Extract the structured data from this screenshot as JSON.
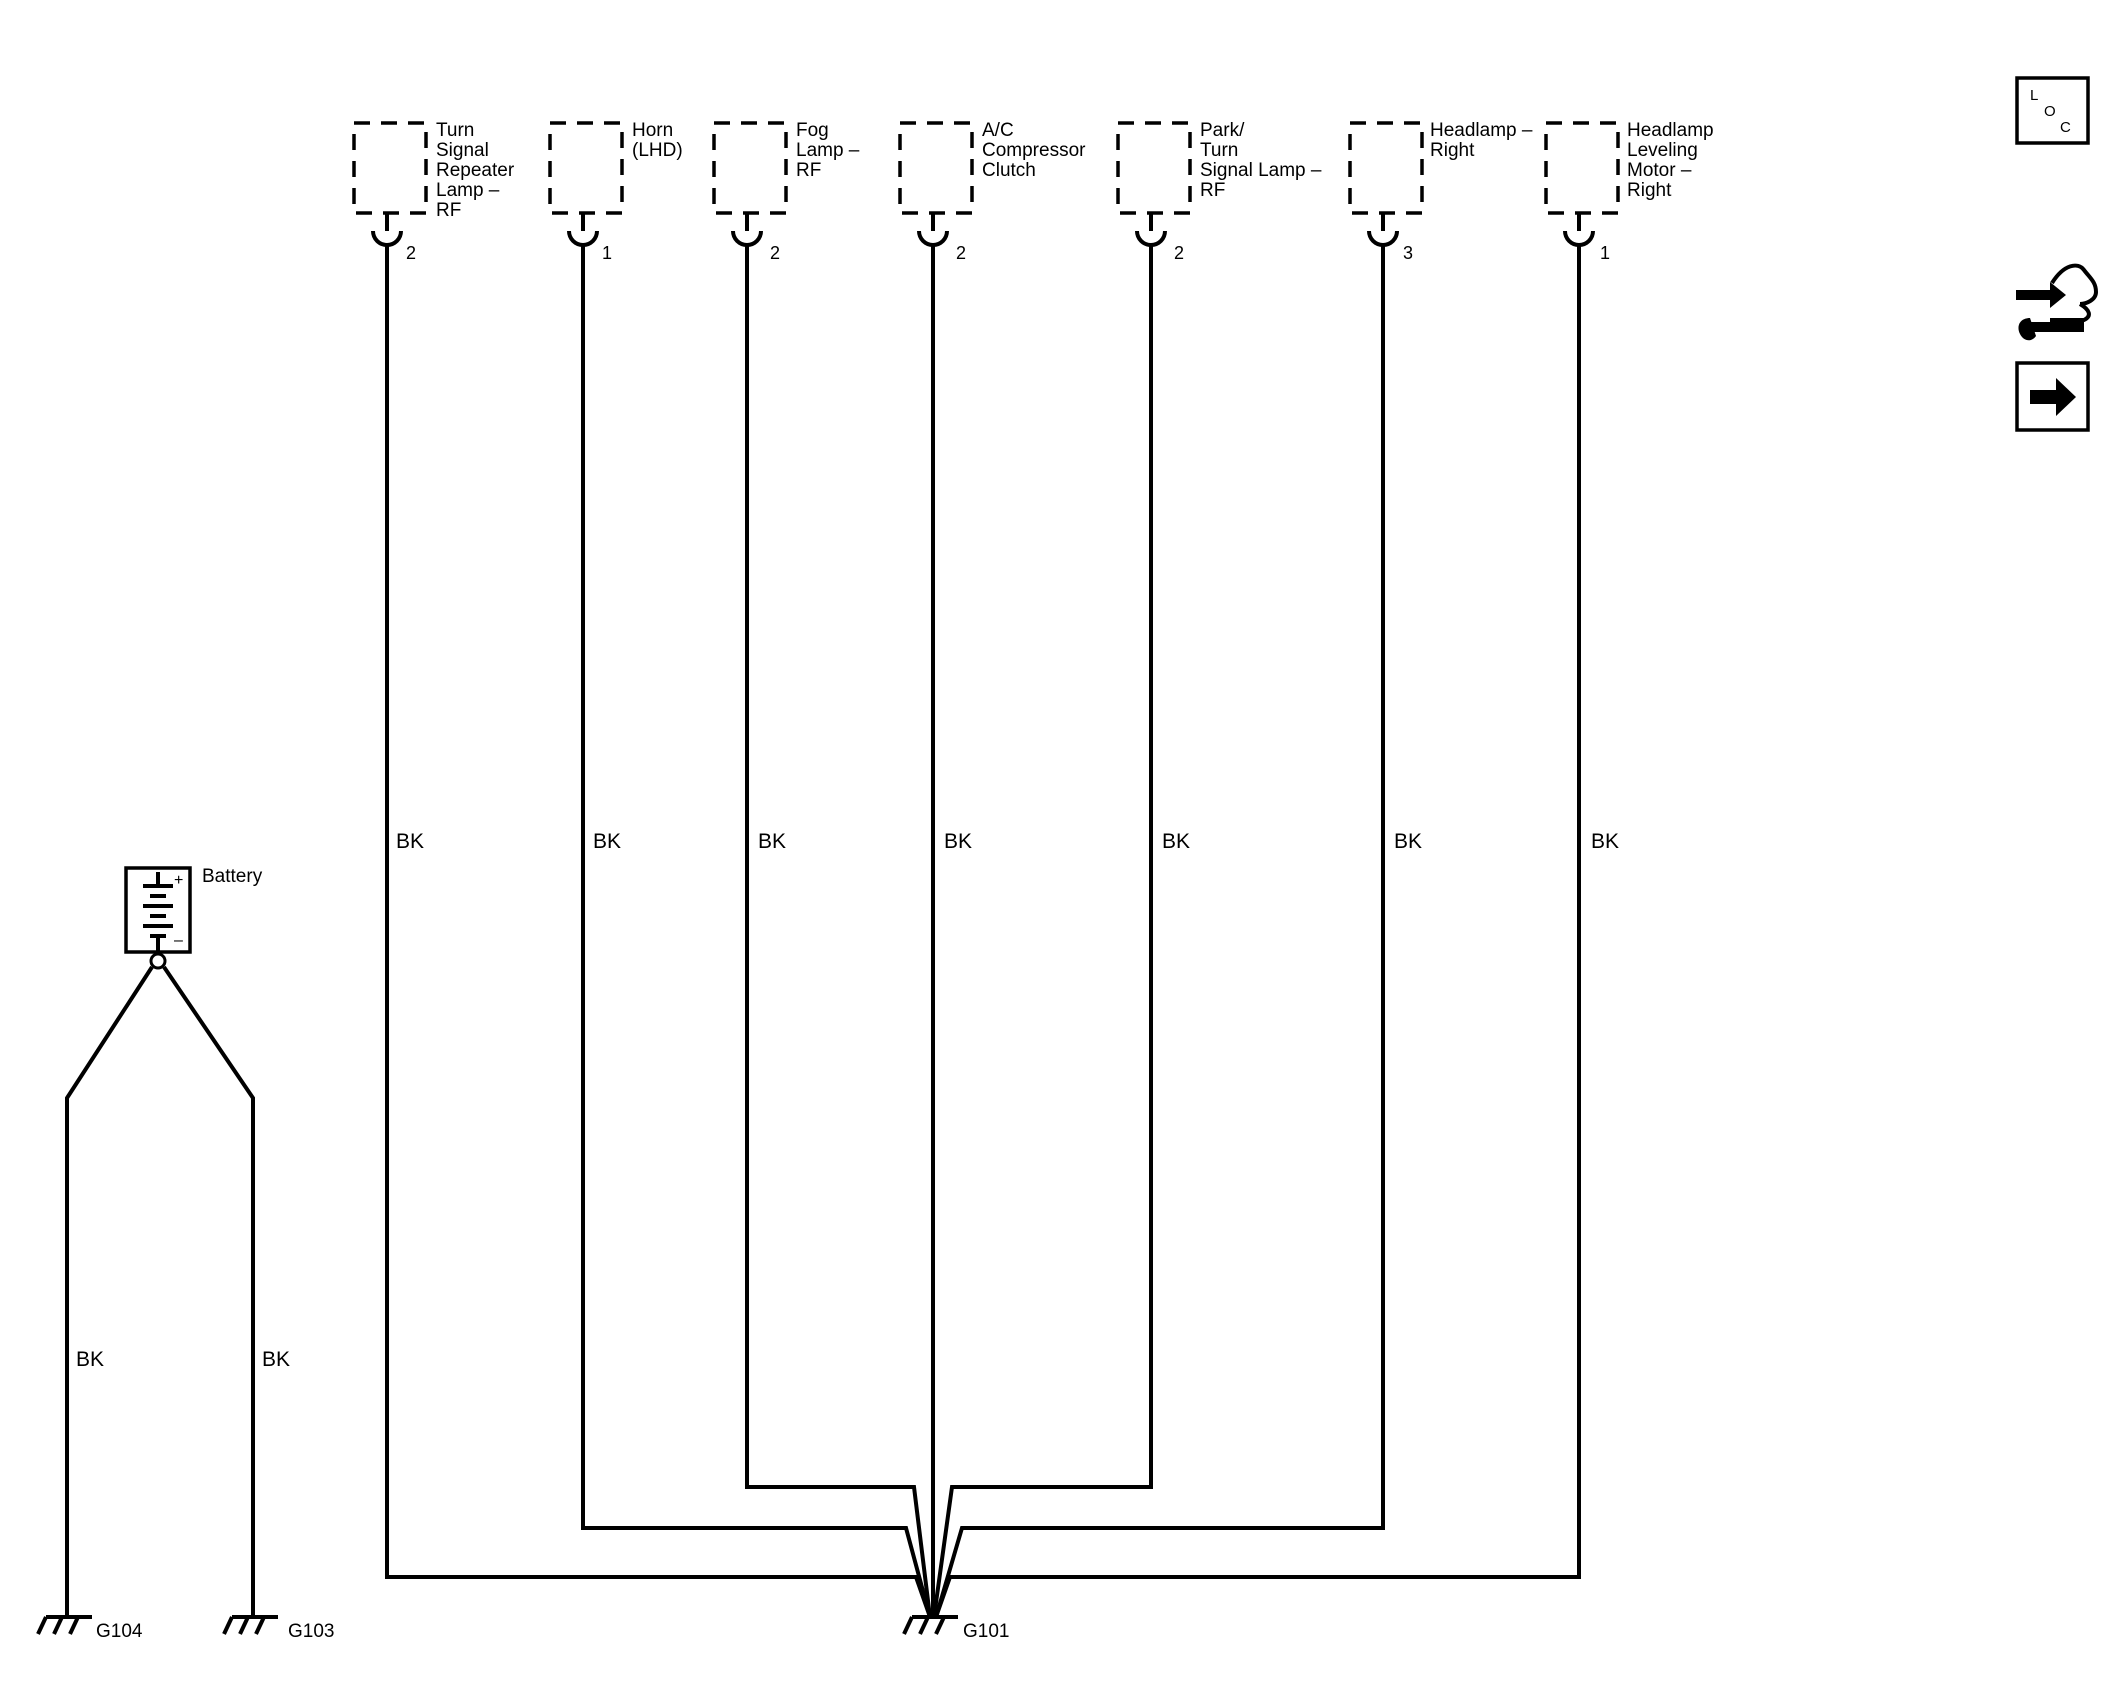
{
  "components": [
    {
      "id": "turn-signal-repeater-lamp-rf",
      "lines": [
        "Turn",
        "Signal",
        "Repeater",
        "Lamp –",
        "RF"
      ],
      "pin": "2",
      "wire_color": "BK"
    },
    {
      "id": "horn-lhd",
      "lines": [
        "Horn",
        "(LHD)"
      ],
      "pin": "1",
      "wire_color": "BK"
    },
    {
      "id": "fog-lamp-rf",
      "lines": [
        "Fog",
        "Lamp –",
        "RF"
      ],
      "pin": "2",
      "wire_color": "BK"
    },
    {
      "id": "ac-compressor-clutch",
      "lines": [
        "A/C",
        "Compressor",
        "Clutch"
      ],
      "pin": "2",
      "wire_color": "BK"
    },
    {
      "id": "park-turn-signal-lamp-rf",
      "lines": [
        "Park/",
        "Turn",
        "Signal Lamp –",
        "RF"
      ],
      "pin": "2",
      "wire_color": "BK"
    },
    {
      "id": "headlamp-right",
      "lines": [
        "Headlamp –",
        "Right"
      ],
      "pin": "3",
      "wire_color": "BK"
    },
    {
      "id": "headlamp-leveling-motor-right",
      "lines": [
        "Headlamp",
        "Leveling",
        "Motor –",
        "Right"
      ],
      "pin": "1",
      "wire_color": "BK"
    }
  ],
  "battery": {
    "label": "Battery",
    "plus": "+",
    "minus": "–",
    "left_wire_color": "BK",
    "right_wire_color": "BK"
  },
  "grounds": {
    "g104": "G104",
    "g103": "G103",
    "g101": "G101"
  },
  "side_icons": {
    "loc": {
      "l": "L",
      "o": "O",
      "c": "C",
      "icon": "component-locator-icon"
    },
    "connector_icon": "connector-repair-icon",
    "next_icon": "next-page-arrow-icon"
  }
}
